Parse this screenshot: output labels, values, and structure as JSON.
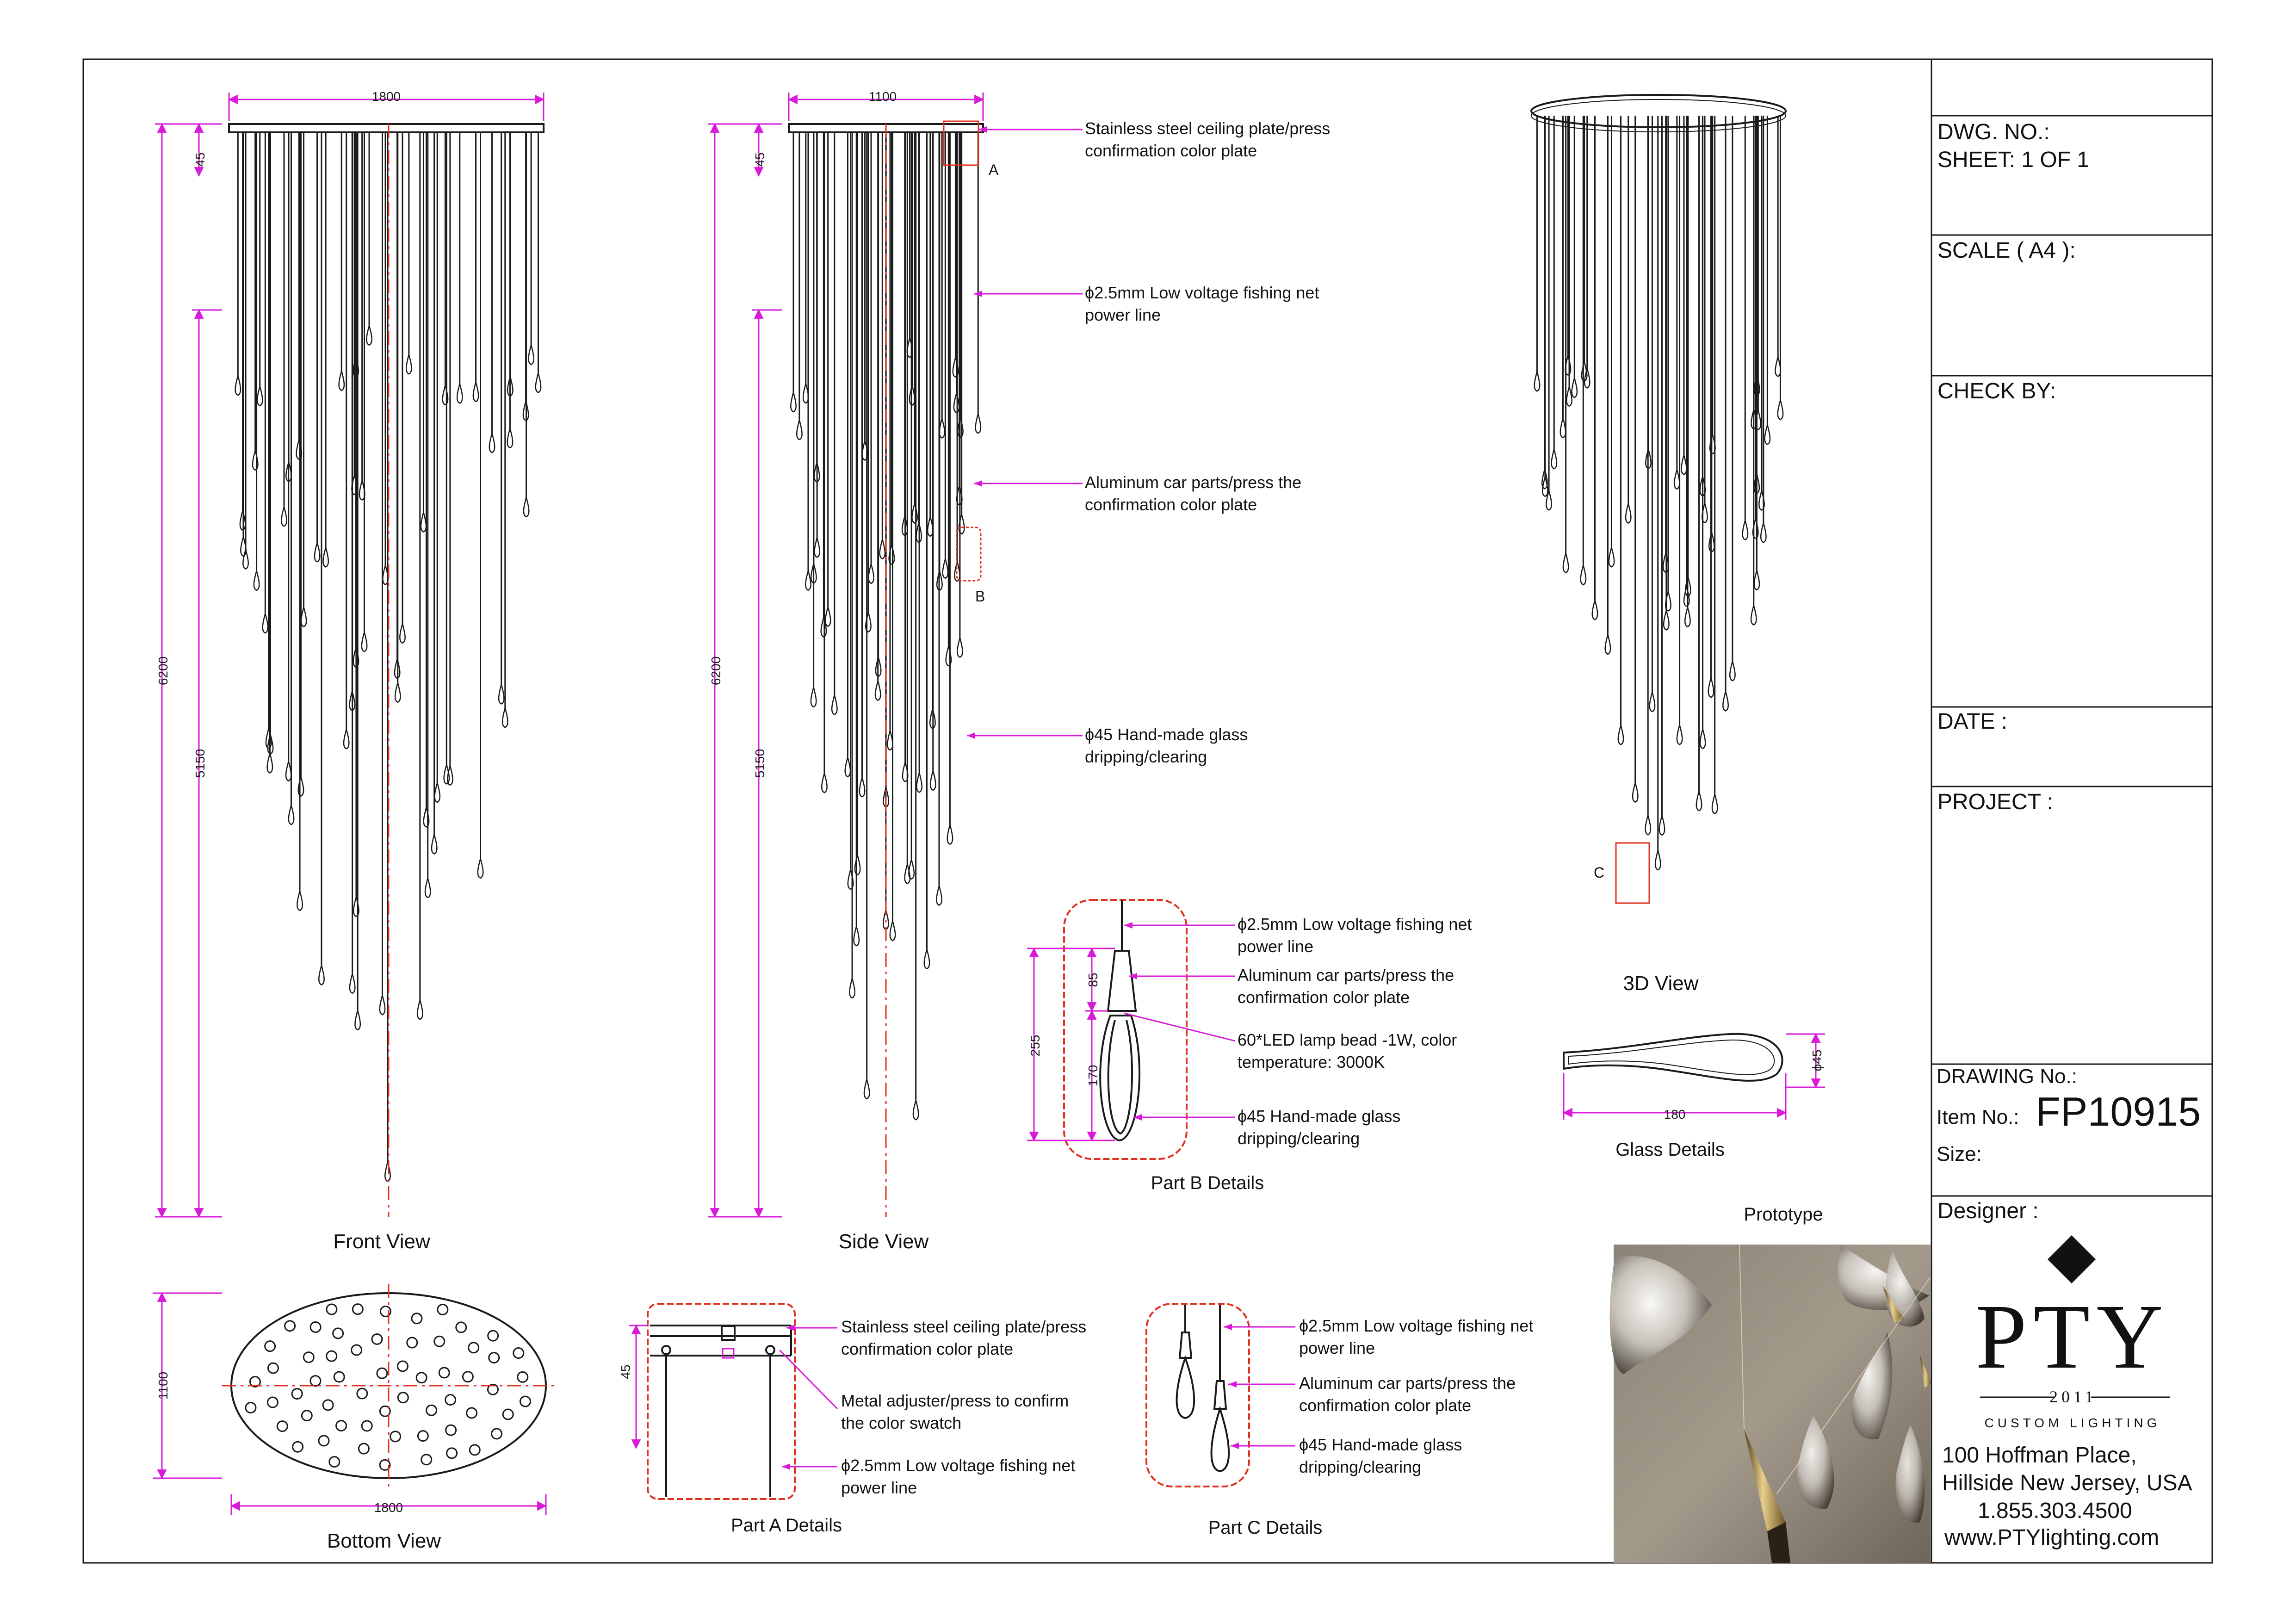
{
  "views": {
    "front": {
      "title": "Front View",
      "dim_width": "1800",
      "dim_height_total": "6200",
      "dim_plate": "45",
      "dim_rod": "5150"
    },
    "side": {
      "title": "Side View",
      "dim_width": "1100",
      "dim_height_total": "6200",
      "dim_plate": "45",
      "dim_rod": "5150",
      "marker_a": "A",
      "marker_b": "B"
    },
    "three_d": {
      "title": "3D View",
      "marker_c": "C"
    },
    "bottom": {
      "title": "Bottom View",
      "dim_width": "1800",
      "dim_height": "1100"
    }
  },
  "callouts": {
    "ceiling_plate": [
      "Stainless steel ceiling plate/press",
      "confirmation color plate"
    ],
    "power_line": [
      "ϕ2.5mm Low voltage fishing net",
      "power line"
    ],
    "aluminum_parts": [
      "Aluminum car parts/press the",
      "confirmation color plate"
    ],
    "glass_drip": [
      "ϕ45 Hand-made glass",
      "dripping/clearing"
    ],
    "led_bead": [
      "60*LED lamp bead -1W, color",
      "temperature: 3000K"
    ],
    "metal_adjuster": [
      "Metal adjuster/press to confirm",
      "the color swatch"
    ]
  },
  "details": {
    "part_a": {
      "title": "Part A Details",
      "dim_plate": "45"
    },
    "part_b": {
      "title": "Part B Details",
      "dim_total": "255",
      "dim_top": "85",
      "dim_bottom": "170"
    },
    "part_c": {
      "title": "Part C Details"
    },
    "glass": {
      "title": "Glass Details",
      "dim_length": "180",
      "dim_dia": "ϕ45"
    },
    "prototype": {
      "title": "Prototype"
    }
  },
  "title_block": {
    "dwg_no_label": "DWG. NO.:",
    "sheet_label": "SHEET: 1 OF 1",
    "scale_label": "SCALE ( A4 ):",
    "check_by_label": "CHECK BY:",
    "date_label": "DATE :",
    "project_label": "PROJECT :",
    "drawing_no_label": "DRAWING No.:",
    "item_no_label": "Item No.:",
    "item_no_value": "FP10915",
    "size_label": "Size:",
    "designer_label": "Designer :",
    "logo_name": "PTY",
    "logo_year": "2011",
    "logo_tagline": "CUSTOM LIGHTING",
    "address_line1": "100 Hoffman Place,",
    "address_line2": "Hillside New Jersey, USA",
    "phone": "1.855.303.4500",
    "website": "www.PTYlighting.com"
  },
  "colors": {
    "dimension": "#d81bd8",
    "detail_outline": "#e0301e",
    "centerline": "#e0301e",
    "linework": "#1a1a1a"
  },
  "icons": {
    "logo_mark": "diamond-icon"
  }
}
